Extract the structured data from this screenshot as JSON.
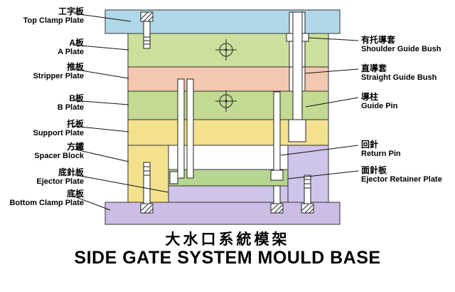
{
  "title": {
    "cn": "大水口系統模架",
    "en": "SIDE GATE SYSTEM MOULD BASE"
  },
  "labels": {
    "left": [
      {
        "cn": "工字板",
        "en": "Top Clamp Plate"
      },
      {
        "cn": "A板",
        "en": "A Plate"
      },
      {
        "cn": "推板",
        "en": "Stripper Plate"
      },
      {
        "cn": "B板",
        "en": "B Plate"
      },
      {
        "cn": "托板",
        "en": "Support Plate"
      },
      {
        "cn": "方鐵",
        "en": "Spacer Block"
      },
      {
        "cn": "底針板",
        "en": "Ejector Plate"
      },
      {
        "cn": "底板",
        "en": "Bottom Clamp Plate"
      }
    ],
    "right": [
      {
        "cn": "有托導套",
        "en": "Shoulder Guide Bush"
      },
      {
        "cn": "直導套",
        "en": "Straight Guide Bush"
      },
      {
        "cn": "導柱",
        "en": "Guide Pin"
      },
      {
        "cn": "回針",
        "en": "Return Pin"
      },
      {
        "cn": "面針板",
        "en": "Ejector Retainer Plate"
      }
    ]
  },
  "colors": {
    "top_clamp_plate": "#b0d8e8",
    "a_plate": "#cbe09c",
    "stripper_plate": "#f4c8b0",
    "b_plate": "#c2da92",
    "support_plate": "#f3e18e",
    "spacer_block_left": "#f3e18e",
    "spacer_block_right": "#d0c4ea",
    "ejector_retainer_plate": "#b5d591",
    "ejector_plate": "#d0c4ea",
    "bottom_clamp_plate": "#cbbde6",
    "component_fill": "#ffffff"
  }
}
